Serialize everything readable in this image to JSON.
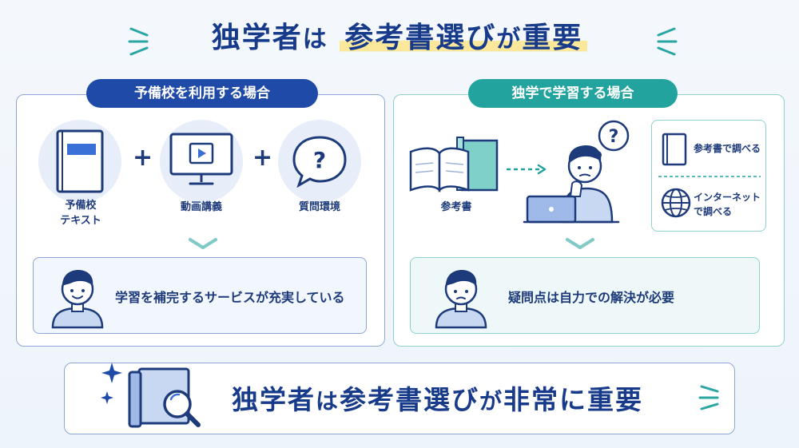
{
  "title": {
    "part1": "独学者",
    "part2": "は",
    "part3": "参考書選び",
    "part4": "が",
    "part5": "重要"
  },
  "left": {
    "header": "予備校を利用する場合",
    "items": [
      {
        "label_line1": "予備校",
        "label_line2": "テキスト",
        "icon": "textbook-icon"
      },
      {
        "label_line1": "動画講義",
        "icon": "video-monitor-icon"
      },
      {
        "label_line1": "質問環境",
        "icon": "question-bubble-icon"
      }
    ],
    "plus": "+",
    "result": "学習を補完するサービスが充実している"
  },
  "right": {
    "header": "独学で学習する場合",
    "book_label": "参考書",
    "bubble": "?",
    "options": [
      {
        "label": "参考書で調べる",
        "icon": "book-icon"
      },
      {
        "label_line1": "インターネット",
        "label_line2": "で調べる",
        "icon": "globe-icon"
      }
    ],
    "result": "疑問点は自力での解決が必要"
  },
  "bottom": {
    "part1": "独学者",
    "part2": "は",
    "part3": "参考書選び",
    "part4": "が",
    "part5": "非常に重要"
  },
  "colors": {
    "navy": "#1f4aa8",
    "teal": "#23a39e",
    "highlight": "#fbe89a",
    "text": "#1d3a7a"
  }
}
